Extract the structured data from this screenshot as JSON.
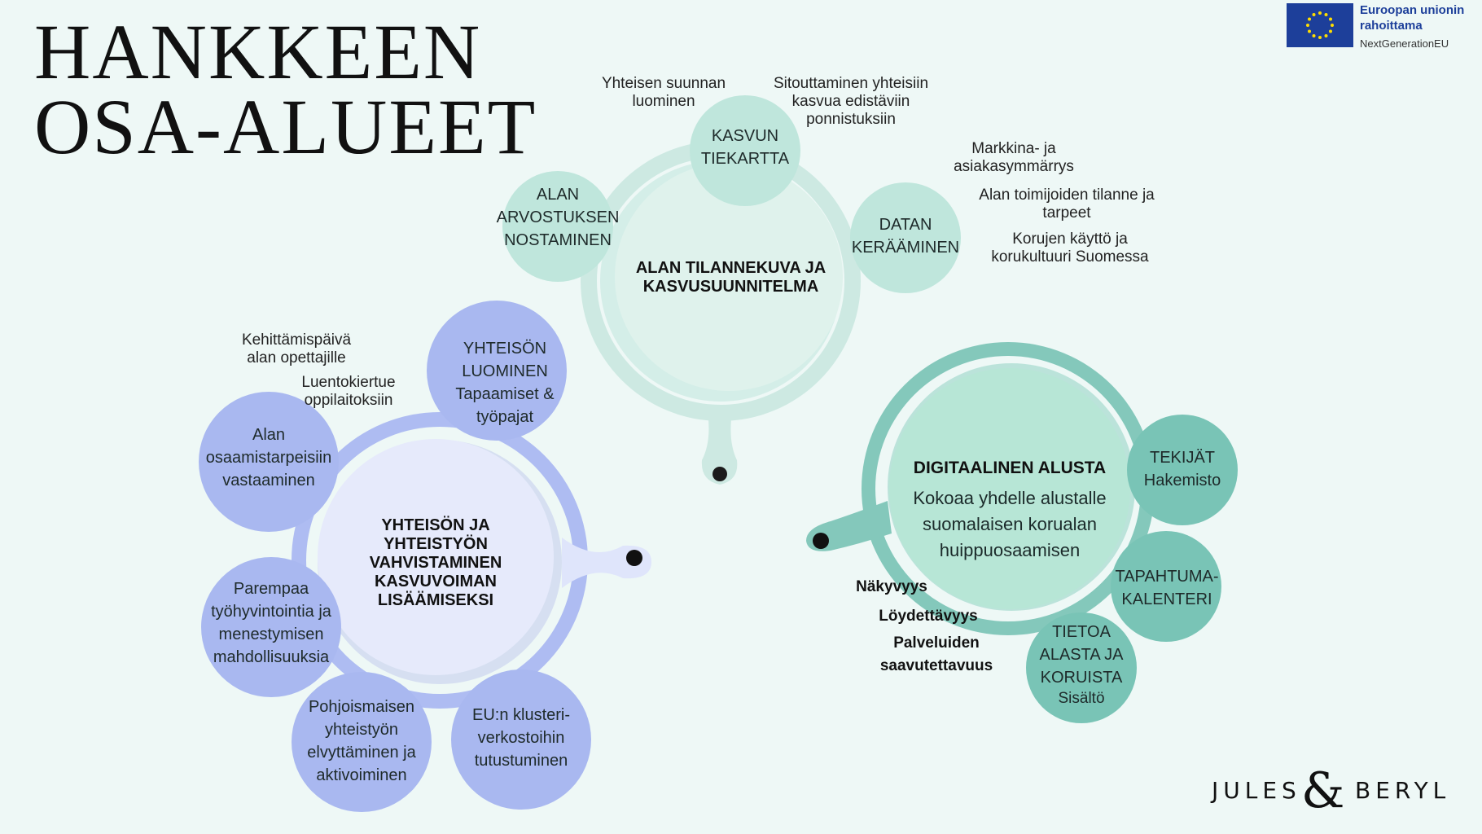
{
  "title": {
    "line1": "HANKKEEN",
    "line2": "OSA-ALUEET"
  },
  "eu_badge": {
    "line1": "Euroopan unionin",
    "line2": "rahoittama",
    "line3": "NextGenerationEU"
  },
  "clusters": {
    "top": {
      "title": "ALAN TILANNEKUVA JA\nKASVUSUUNNITELMA",
      "nodes": {
        "arvostus": "ALAN\nARVOSTUKSEN\nNOSTAMINEN",
        "kasvun": "KASVUN\nTIEKARTTA",
        "datan": "DATAN\nKERÄÄMINEN"
      },
      "notes": {
        "yhteisen": "Yhteisen suunnan\nluominen",
        "sitouttaminen": "Sitouttaminen yhteisiin\nkasvua edistäviin\nponnistuksiin",
        "markkina": "Markkina- ja\nasiakasymmärrys",
        "toimijat": "Alan toimijoiden tilanne ja\ntarpeet",
        "korujen": "Korujen käyttö ja\nkorukultuuri Suomessa"
      }
    },
    "left": {
      "title": "YHTEISÖN JA\nYHTEISTYÖN\nVAHVISTAMINEN\nKASVUVOIMAN\nLISÄÄMISEKSI",
      "nodes": {
        "yhteison": "YHTEISÖN LUOMINEN\nTapaamiset &\ntyöpajat",
        "osaamis": "Alan\nosaamistarpeisiin\nvastaaminen",
        "parempaa": "Parempaa\ntyöhyvintointia ja\nmenestymisen\nmahdollisuuksia",
        "pohjoismaisen": "Pohjoismaisen\nyhteistyön\nelvyttäminen ja\naktivoiminen",
        "eu": "EU:n klusteri-\nverkostoihin\ntutustuminen"
      },
      "notes": {
        "kehittamis": "Kehittämispäivä\nalan opettajille",
        "luento": "Luentokiertue\noppilaitoksiin"
      }
    },
    "right": {
      "title": "DIGITAALINEN ALUSTA",
      "subtitle": "Kokoaa yhdelle alustalle\nsuomalaisen korualan\nhuippuosaamisen",
      "nodes": {
        "tekijat": "TEKIJÄT\nHakemisto",
        "tapahtuma": "TAPAHTUMA-\nKALENTERI",
        "tietoa": "TIETOA\nALASTA JA\nKORUISTA",
        "sisalto": "Sisältö"
      },
      "notes": {
        "nakyvyys": "Näkyvyys",
        "loydettavyys": "Löydettävyys",
        "palveluiden": "Palveluiden\nsaavutettavuus"
      }
    }
  },
  "brand": {
    "left": "JULES",
    "amp": "&",
    "right": "BERYL"
  },
  "colors": {
    "background": "#eef8f6",
    "top_cluster": "#bfe6dc",
    "left_cluster": "#a9b8f0",
    "right_cluster": "#79c4b6",
    "eu_blue": "#1d3f9a",
    "eu_star": "#ffdd00"
  }
}
